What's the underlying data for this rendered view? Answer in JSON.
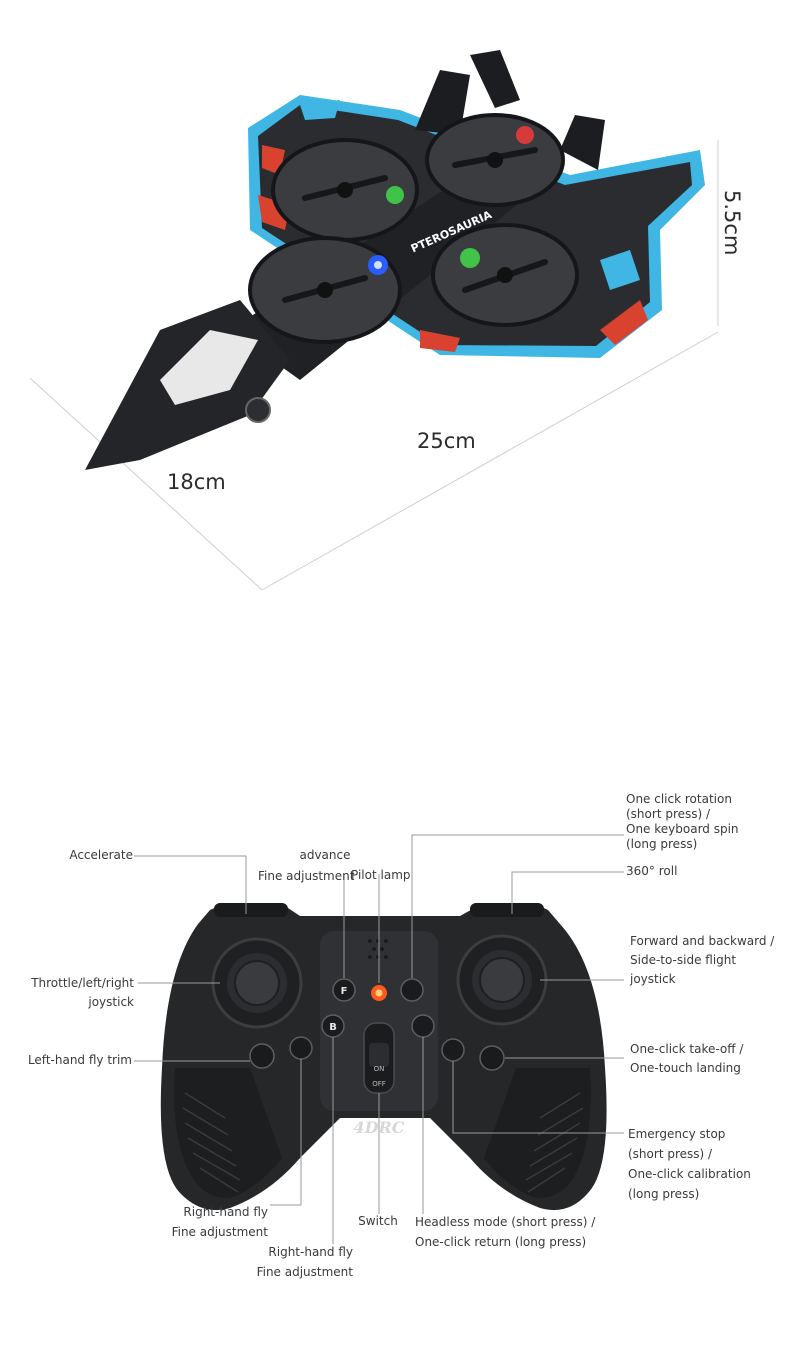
{
  "drone": {
    "brand_text": "PTEROSAURIA",
    "dim_height": "5.5cm",
    "dim_length": "25cm",
    "dim_width": "18cm"
  },
  "controller": {
    "logo": "4DRC",
    "switch_on": "ON",
    "switch_off": "OFF",
    "button_f": "F",
    "button_b": "B",
    "labels": {
      "accelerate": "Accelerate",
      "advance": "advance",
      "fine_adjustment_top": "Fine adjustment",
      "pilot_lamp": "Pilot lamp",
      "one_click_rotation": [
        "One click rotation",
        "(short press) /",
        "One keyboard spin",
        "(long press)"
      ],
      "roll_360": "360° roll",
      "forward_backward": [
        "Forward and backward /",
        "Side-to-side flight",
        "joystick"
      ],
      "throttle": [
        "Throttle/left/right",
        "joystick"
      ],
      "left_trim": "Left-hand fly trim",
      "takeoff": [
        "One-click take-off /",
        "One-touch landing"
      ],
      "emergency": [
        "Emergency stop",
        "(short press) /",
        "One-click calibration",
        "(long press)"
      ],
      "right_fine_1": [
        "Right-hand fly",
        "Fine adjustment"
      ],
      "switch": "Switch",
      "headless": [
        "Headless mode (short press) /",
        "One-click return (long press)"
      ],
      "right_fine_2": [
        "Right-hand fly",
        "Fine adjustment"
      ]
    }
  }
}
